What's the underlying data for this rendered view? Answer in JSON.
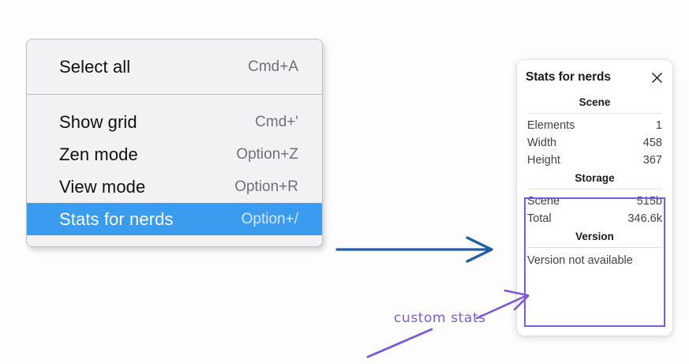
{
  "context_menu": {
    "groups": [
      {
        "items": [
          {
            "label": "Select all",
            "shortcut": "Cmd+A",
            "selected": false
          }
        ]
      },
      {
        "items": [
          {
            "label": "Show grid",
            "shortcut": "Cmd+'",
            "selected": false
          },
          {
            "label": "Zen mode",
            "shortcut": "Option+Z",
            "selected": false
          },
          {
            "label": "View mode",
            "shortcut": "Option+R",
            "selected": false
          },
          {
            "label": "Stats for nerds",
            "shortcut": "Option+/",
            "selected": true
          }
        ]
      }
    ],
    "highlight_color": "#3b9bef"
  },
  "stats_panel": {
    "title": "Stats for nerds",
    "close_icon": "close-icon",
    "sections": [
      {
        "title": "Scene",
        "rows": [
          {
            "label": "Elements",
            "value": "1"
          },
          {
            "label": "Width",
            "value": "458"
          },
          {
            "label": "Height",
            "value": "367"
          }
        ]
      },
      {
        "title": "Storage",
        "rows": [
          {
            "label": "Scene",
            "value": "515b"
          },
          {
            "label": "Total",
            "value": "346.6k"
          }
        ]
      },
      {
        "title": "Version",
        "plain_rows": [
          "Version not available"
        ]
      }
    ]
  },
  "annotations": {
    "label": "custom stats",
    "label_color": "#7b59d6",
    "blue_arrow_color": "#1f5fa0",
    "highlight_box_color": "#7d5ad8"
  }
}
